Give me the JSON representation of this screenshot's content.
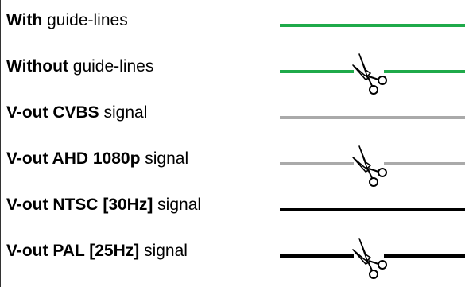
{
  "rows": [
    {
      "bold": "With",
      "rest": " guide-lines",
      "line_color": "#1faa4a",
      "cut": false,
      "thickness": 4
    },
    {
      "bold": "Without",
      "rest": " guide-lines",
      "line_color": "#1faa4a",
      "cut": true,
      "thickness": 4
    },
    {
      "bold": "V-out CVBS",
      "rest": " signal",
      "line_color": "#aaaaaa",
      "cut": false,
      "thickness": 4
    },
    {
      "bold": "V-out AHD 1080p",
      "rest": " signal",
      "line_color": "#aaaaaa",
      "cut": true,
      "thickness": 4
    },
    {
      "bold": "V-out NTSC [30Hz]",
      "rest": " signal",
      "line_color": "#000000",
      "cut": false,
      "thickness": 4
    },
    {
      "bold": "V-out PAL [25Hz]",
      "rest": " signal",
      "line_color": "#000000",
      "cut": true,
      "thickness": 4
    }
  ],
  "icons": {
    "cut": "scissors-icon"
  }
}
